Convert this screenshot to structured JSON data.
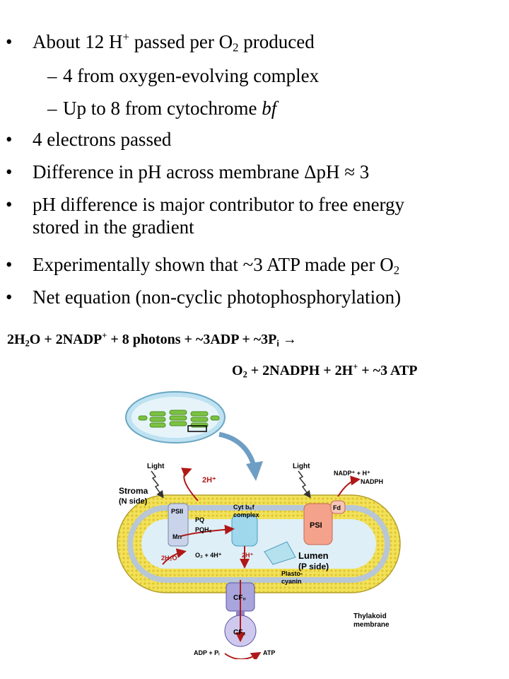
{
  "bullets": [
    {
      "pre": "About 12 H",
      "sup": "+",
      "mid": " passed per O",
      "sub": "2",
      "post": " produced"
    },
    {
      "text": "4 from oxygen-evolving complex"
    },
    {
      "pre": "Up to 8 from cytochrome ",
      "em": "bf"
    },
    {
      "text": "4 electrons passed"
    },
    {
      "pre": "Difference in pH across membrane ",
      "sym": "ΔpH ≈ 3"
    },
    {
      "line1": "pH difference is major contributor to free energy",
      "line2": "stored in the gradient"
    },
    {
      "pre": "Experimentally shown that ~3 ATP made per O",
      "sub": "2"
    },
    {
      "text": "Net equation (non-cyclic photophosphorylation)"
    }
  ],
  "equation": {
    "line1": [
      "2H",
      "2",
      "O + 2NADP",
      "+",
      " + 8 photons + ~3ADP + ~3P",
      "i",
      " →"
    ],
    "line2": [
      "O",
      "2",
      " + 2NADPH + 2H",
      "+",
      " + ~3 ATP"
    ]
  },
  "figure": {
    "labels": {
      "light_left": "Light",
      "light_right": "Light",
      "stroma_1": "Stroma",
      "stroma_2": "(N side)",
      "h2_top": "2H⁺",
      "psii": "PSII",
      "pq": "PQ",
      "pqh2": "PQH₂",
      "mn": "Mn",
      "cyt_1": "Cyt b₆f",
      "cyt_2": "complex",
      "psi": "PSI",
      "fd": "Fd",
      "nadp": "NADP⁺ + H⁺",
      "nadph": "NADPH",
      "h2o": "2H₂O",
      "o2": "O₂ + 4H⁺",
      "h2_lumen": "2H⁺",
      "lumen_1": "Lumen",
      "lumen_2": "(P side)",
      "plasto_1": "Plasto-",
      "plasto_2": "cyanin",
      "cfo": "CF₀",
      "cf1": "CF₁",
      "thyl_1": "Thylakoid",
      "thyl_2": "membrane",
      "adp": "ADP + Pᵢ",
      "atp": "ATP"
    },
    "colors": {
      "lipid_head": "#f2e25a",
      "lumen": "#dfeff7",
      "psii": "#c9d3ea",
      "psi": "#f4a28c",
      "cyt": "#9fd7ec",
      "atp_synthase": "#a8a4dc",
      "arrow": "#b01818",
      "stroma_green": "#7cc242"
    }
  }
}
